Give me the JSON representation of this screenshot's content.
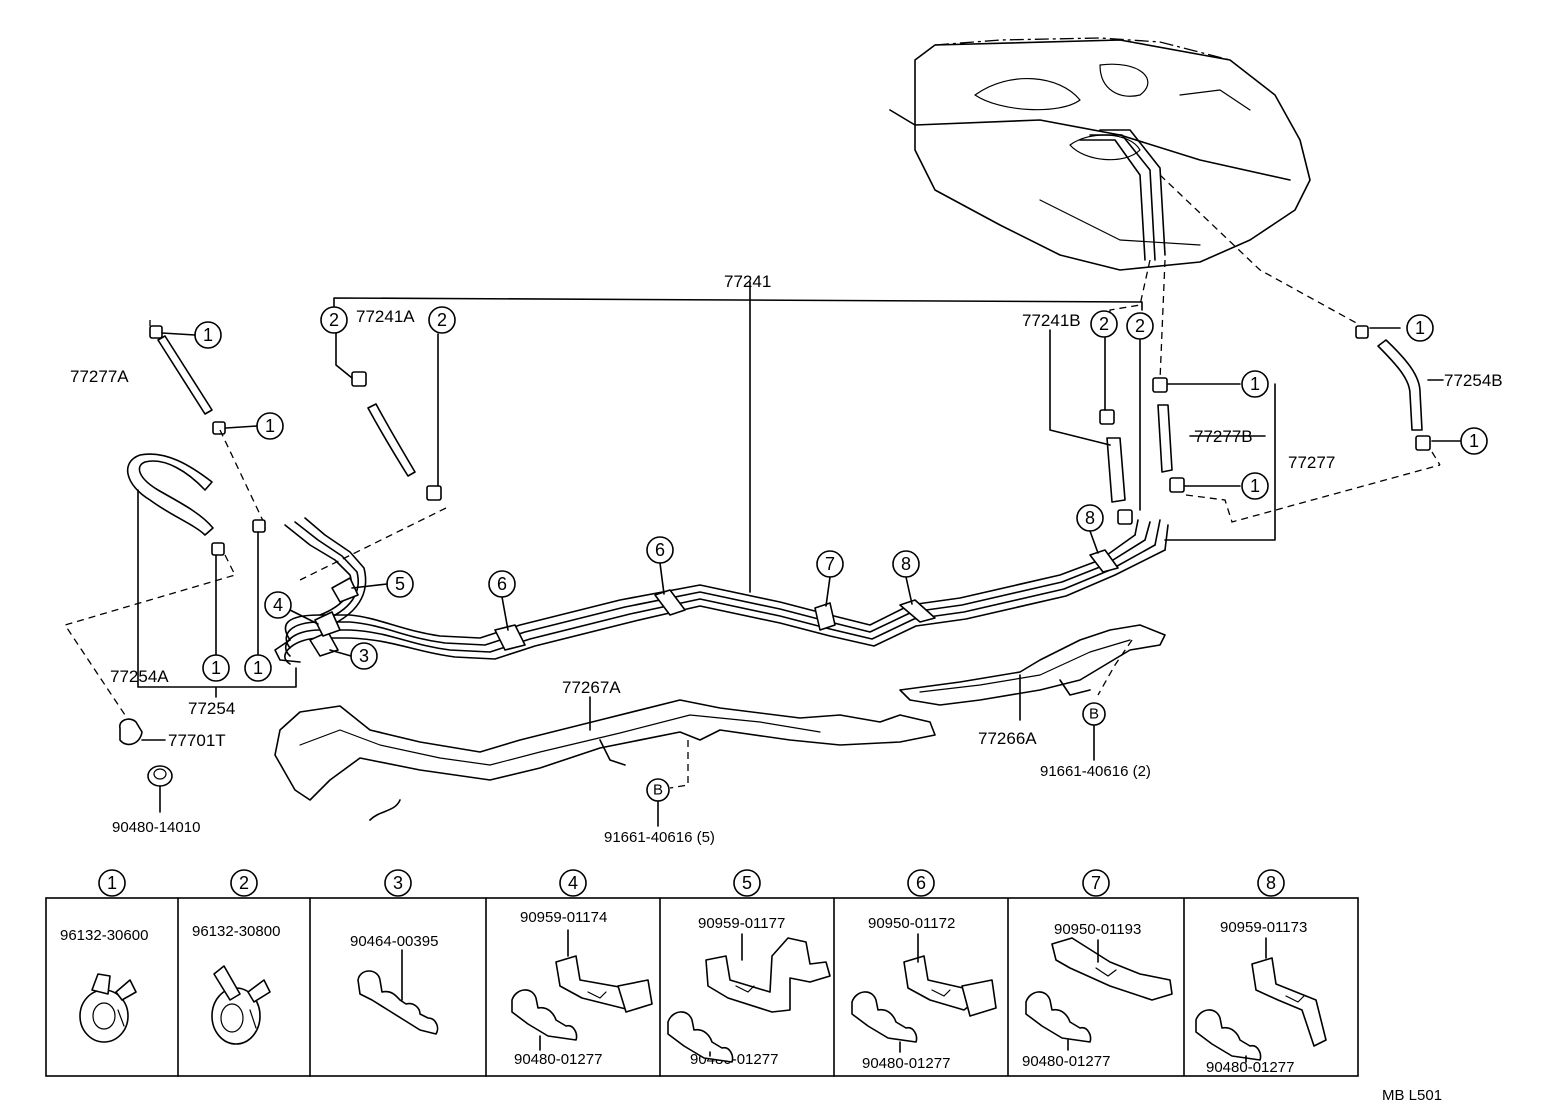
{
  "labels": {
    "p77241": "77241",
    "p77241A": "77241A",
    "p77241B": "77241B",
    "p77277A": "77277A",
    "p77277B": "77277B",
    "p77277": "77277",
    "p77254A": "77254A",
    "p77254": "77254",
    "p77254B": "77254B",
    "p77701T": "77701T",
    "p90480_14010": "90480-14010",
    "p77267A": "77267A",
    "p77266A": "77266A",
    "bolt_left": "91661-40616 (5)",
    "bolt_right": "91661-40616 (2)",
    "callout_b": "B",
    "drawing_code": "MB  L501"
  },
  "callouts": [
    "1",
    "2",
    "3",
    "4",
    "5",
    "6",
    "7",
    "8"
  ],
  "legend": [
    {
      "num": "1",
      "parts": [
        "96132-30600"
      ]
    },
    {
      "num": "2",
      "parts": [
        "96132-30800"
      ]
    },
    {
      "num": "3",
      "parts": [
        "90464-00395"
      ]
    },
    {
      "num": "4",
      "parts": [
        "90959-01174",
        "90480-01277"
      ]
    },
    {
      "num": "5",
      "parts": [
        "90959-01177",
        "90480-01277"
      ]
    },
    {
      "num": "6",
      "parts": [
        "90950-01172",
        "90480-01277"
      ]
    },
    {
      "num": "7",
      "parts": [
        "90950-01193",
        "90480-01277"
      ]
    },
    {
      "num": "8",
      "parts": [
        "90959-01173",
        "90480-01277"
      ]
    }
  ]
}
